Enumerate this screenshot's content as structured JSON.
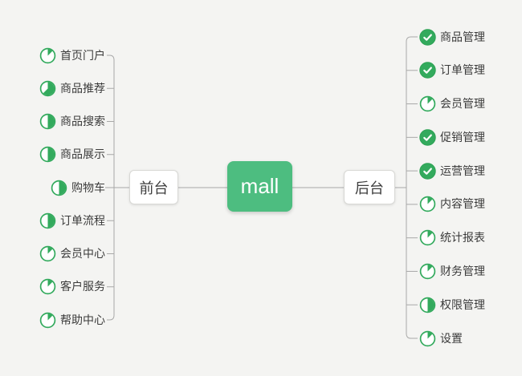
{
  "diagram": {
    "type": "mindmap",
    "root": {
      "label": "mall"
    },
    "branches": [
      {
        "label": "前台",
        "side": "left",
        "items": [
          {
            "label": "首页门户",
            "progress": "1/8"
          },
          {
            "label": "商品推荐",
            "progress": "5/8"
          },
          {
            "label": "商品搜索",
            "progress": "1/2"
          },
          {
            "label": "商品展示",
            "progress": "1/2"
          },
          {
            "label": "购物车",
            "progress": "1/2"
          },
          {
            "label": "订单流程",
            "progress": "1/2"
          },
          {
            "label": "会员中心",
            "progress": "1/8"
          },
          {
            "label": "客户服务",
            "progress": "1/8"
          },
          {
            "label": "帮助中心",
            "progress": "1/8"
          }
        ]
      },
      {
        "label": "后台",
        "side": "right",
        "items": [
          {
            "label": "商品管理",
            "progress": "done"
          },
          {
            "label": "订单管理",
            "progress": "done"
          },
          {
            "label": "会员管理",
            "progress": "1/8"
          },
          {
            "label": "促销管理",
            "progress": "done"
          },
          {
            "label": "运营管理",
            "progress": "done"
          },
          {
            "label": "内容管理",
            "progress": "1/8"
          },
          {
            "label": "统计报表",
            "progress": "1/8"
          },
          {
            "label": "财务管理",
            "progress": "1/8"
          },
          {
            "label": "权限管理",
            "progress": "1/2"
          },
          {
            "label": "设置",
            "progress": "1/8"
          }
        ]
      }
    ]
  },
  "icons": {
    "done": "check-icon",
    "partial": "progress-pie-icon"
  },
  "colors": {
    "background": "#F4F4F2",
    "accent_green": "#33AA5D",
    "root_green": "#4DBD80",
    "connector": "#A8A8A8",
    "text": "#3B3B3B",
    "branch_border": "#D8D8D5"
  }
}
